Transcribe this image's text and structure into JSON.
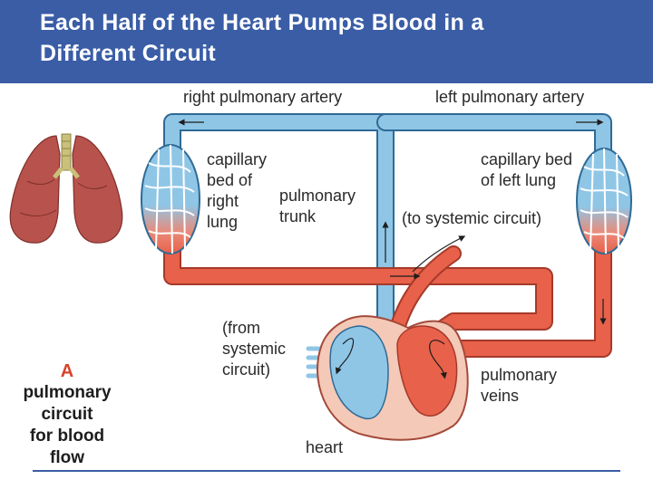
{
  "slide": {
    "title_line1": "Each Half of the Heart Pumps Blood in a",
    "title_line2": "Different Circuit"
  },
  "labels": {
    "right_pulmonary_artery": "right pulmonary artery",
    "left_pulmonary_artery": "left pulmonary artery",
    "cap_right_l1": "capillary",
    "cap_right_l2": "bed of",
    "cap_right_l3": "right",
    "cap_right_l4": "lung",
    "trunk_l1": "pulmonary",
    "trunk_l2": "trunk",
    "cap_left_l1": "capillary bed",
    "cap_left_l2": "of left lung",
    "to_systemic": "(to systemic circuit)",
    "from_l1": "(from",
    "from_l2": "systemic",
    "from_l3": "circuit)",
    "veins_l1": "pulmonary",
    "veins_l2": "veins",
    "heart": "heart"
  },
  "caption": {
    "letter": "A",
    "line1": "pulmonary",
    "line2": "circuit",
    "line3": "for blood",
    "line4": "flow"
  },
  "colors": {
    "title_bar": "#3a5da6",
    "deoxygenated": "#8fc6e6",
    "oxygenated": "#e8614a",
    "lung": "#b8524c",
    "label_text": "#2a2a2a",
    "caption_accent": "#d8432b"
  }
}
